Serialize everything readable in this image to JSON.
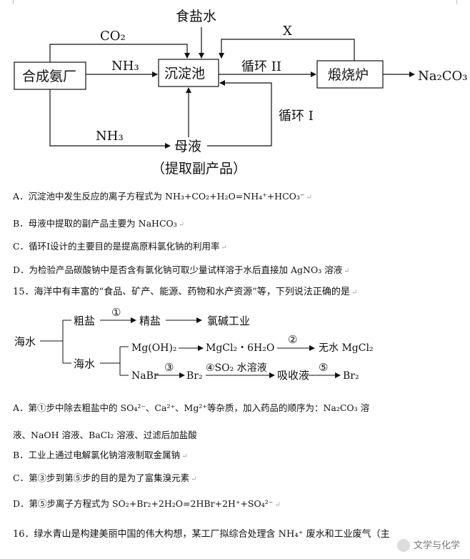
{
  "diagram1": {
    "brine": "食盐水",
    "co2": "CO₂",
    "x": "X",
    "ammonia_plant": "合成氨厂",
    "nh3_top": "NH₃",
    "settling_tank": "沉淀池",
    "cycle2": "循环 II",
    "furnace": "煅烧炉",
    "product": "Na₂CO₃",
    "cycle1": "循环 I",
    "nh3_bottom": "NH₃",
    "mother_liquor": "母液",
    "byproduct": "（提取副产品）"
  },
  "q14_options": [
    "A．沉淀池中发生反应的离子方程式为 NH₃+CO₂+H₂O=NH₄⁺+HCO₃⁻",
    "B．母液中提取的副产品主要为 NaHCO₃",
    "C．循环I设计的主要目的是提高原料氯化钠的利用率",
    "D．为检验产品碳酸钠中是否含有氯化钠可取少量试样溶于水后直接加 AgNO₃ 溶液"
  ],
  "q15_stem": "15．海洋中有丰富的“食品、矿产、能源、药物和水产资源”等，下列说法正确的是",
  "diagram2": {
    "seawater": "海水",
    "crude_salt": "粗盐",
    "step1": "①",
    "refined_salt": "精盐",
    "chlor_alkali": "氯碱工业",
    "seawater2": "海水",
    "mgoh2": "Mg(OH)₂",
    "mgcl2_hydrate": "MgCl₂・6H₂O",
    "step2": "②",
    "anhydrous_mgcl2": "无水 MgCl₂",
    "nabr": "NaBr",
    "step3": "③",
    "br2_a": "Br₂",
    "step4": "④SO₂ 水溶液",
    "absorb": "吸收液",
    "step5": "⑤",
    "br2_b": "Br₂"
  },
  "q15_options": [
    "A．第①步中除去粗盐中的 SO₄²⁻、Ca²⁺、Mg²⁺等杂质，加入药品的顺序为：Na₂CO₃ 溶",
    "液、NaOH 溶液、BaCl₂ 溶液、过滤后加盐酸",
    "B．工业上通过电解氯化钠溶液制取金属钠",
    "C．第③步到第⑤步的目的是为了富集溴元素",
    "D．第⑤步离子方程式为 SO₂+Br₂+2H₂O=2HBr+2H⁺+SO₄²⁻"
  ],
  "q16_stem": "16．绿水青山是构建美丽中国的伟大构想，某工厂拟综合处理含 NH₄⁺ 废水和工业废气（主",
  "watermark": "文学与化学"
}
